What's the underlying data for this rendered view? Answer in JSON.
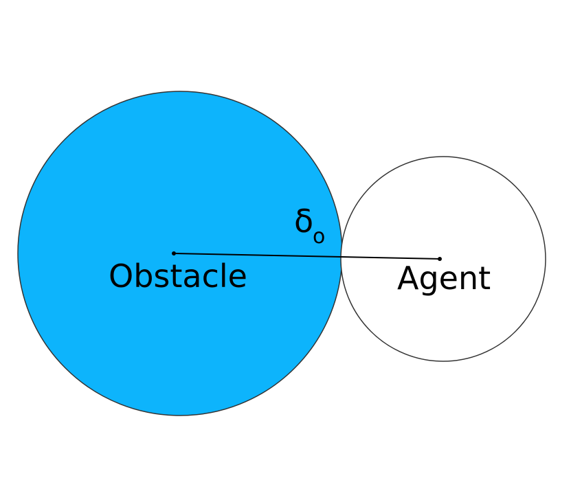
{
  "diagram": {
    "obstacle": {
      "label": "Obstacle",
      "fill_color": "#0db4fc",
      "stroke_color": "#333333"
    },
    "agent": {
      "label": "Agent",
      "fill_color": "#ffffff",
      "stroke_color": "#333333"
    },
    "distance": {
      "symbol": "δ",
      "subscript": "o"
    },
    "connector_line_color": "#000000"
  }
}
